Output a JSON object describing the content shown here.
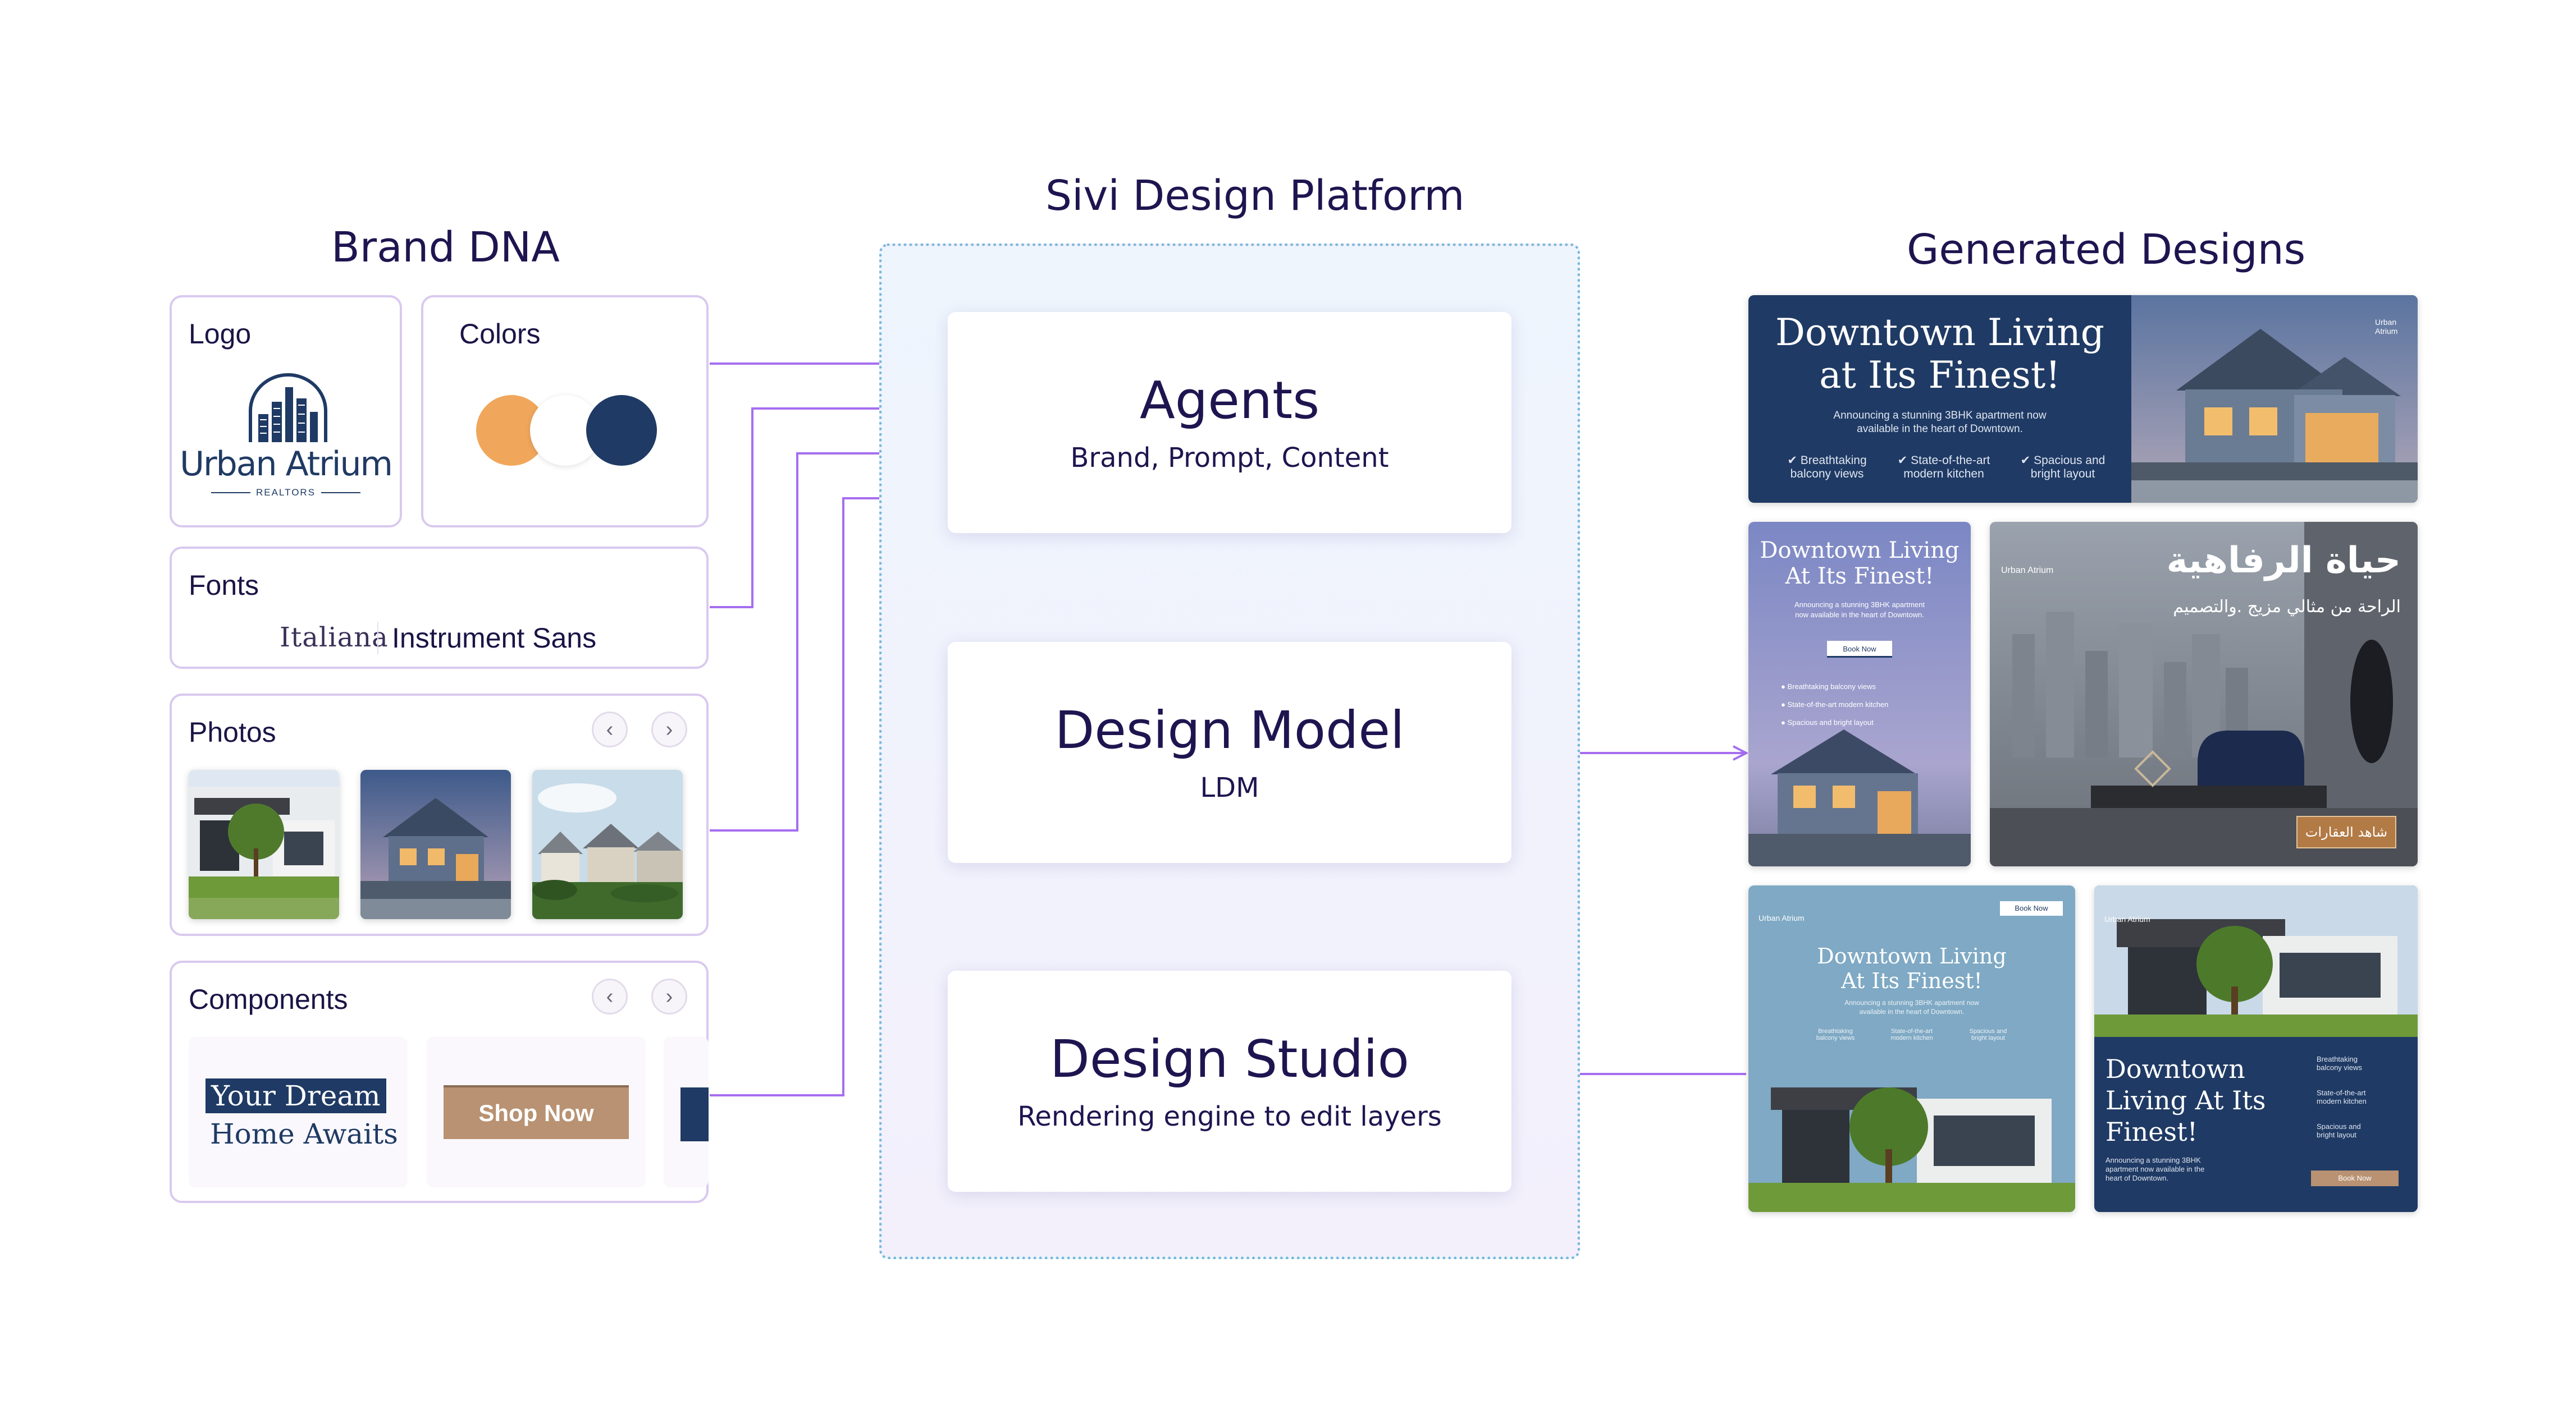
{
  "headings": {
    "brand_dna": "Brand DNA",
    "platform": "Sivi Design Platform",
    "generated": "Generated Designs"
  },
  "brand": {
    "logo": {
      "title": "Logo",
      "name": "Urban Atrium",
      "tagline": "REALTORS"
    },
    "colors": {
      "title": "Colors",
      "swatches": [
        "#f0a75c",
        "#ffffff",
        "#1f3a64"
      ]
    },
    "fonts": {
      "title": "Fonts",
      "font1": "Italiana",
      "font2": "Instrument Sans"
    },
    "photos": {
      "title": "Photos",
      "prev": "‹",
      "next": "›"
    },
    "components": {
      "title": "Components",
      "prev": "‹",
      "next": "›",
      "headline_line1": "Your Dream",
      "headline_line2": "Home Awaits",
      "button": "Shop Now"
    }
  },
  "platform": {
    "agents": {
      "title": "Agents",
      "subtitle": "Brand, Prompt, Content"
    },
    "model": {
      "title": "Design Model",
      "subtitle": "LDM"
    },
    "studio": {
      "title": "Design Studio",
      "subtitle": "Rendering engine to edit layers"
    }
  },
  "designs": {
    "d1": {
      "title_line1": "Downtown Living",
      "title_line2": "at Its Finest!",
      "desc_line1": "Announcing a stunning 3BHK apartment now",
      "desc_line2": "available in the heart of Downtown.",
      "features": [
        {
          "line1": "Breathtaking",
          "line2": "balcony views"
        },
        {
          "line1": "State-of-the-art",
          "line2": "modern kitchen"
        },
        {
          "line1": "Spacious and",
          "line2": "bright layout"
        }
      ],
      "logo": "Urban Atrium"
    },
    "d2": {
      "title_line1": "Downtown Living",
      "title_line2": "At Its Finest!",
      "desc_line1": "Announcing a stunning 3BHK apartment",
      "desc_line2": "now available in the heart of Downtown.",
      "button": "Book Now",
      "features": [
        "Breathtaking balcony views",
        "State-of-the-art modern kitchen",
        "Spacious and bright layout"
      ]
    },
    "d3": {
      "logo": "Urban Atrium",
      "title": "حياة الرفاهية",
      "subtitle": "الراحة من مثالي مزيج .والتصميم",
      "button": "شاهد العقارات"
    },
    "d4": {
      "logo": "Urban Atrium",
      "button": "Book Now",
      "title_line1": "Downtown Living",
      "title_line2": "At Its Finest!",
      "desc_line1": "Announcing a stunning 3BHK apartment now",
      "desc_line2": "available in the heart of Downtown.",
      "features": [
        {
          "line1": "Breathtaking",
          "line2": "balcony views"
        },
        {
          "line1": "State-of-the-art",
          "line2": "modern kitchen"
        },
        {
          "line1": "Spacious and",
          "line2": "bright layout"
        }
      ]
    },
    "d5": {
      "logo": "Urban Atrium",
      "title_line1": "Downtown",
      "title_line2": "Living At Its",
      "title_line3": "Finest!",
      "desc_line1": "Announcing a stunning 3BHK",
      "desc_line2": "apartment now available in the",
      "desc_line3": "heart of Downtown.",
      "features": [
        {
          "line1": "Breathtaking",
          "line2": "balcony views"
        },
        {
          "line1": "State-of-the-art",
          "line2": "modern kitchen"
        },
        {
          "line1": "Spacious and",
          "line2": "bright layout"
        }
      ],
      "button": "Book Now"
    }
  },
  "colors": {
    "arrow": "#a66ef0",
    "navy": "#1f3a64",
    "tan": "#b89272",
    "ink": "#1e1550"
  }
}
